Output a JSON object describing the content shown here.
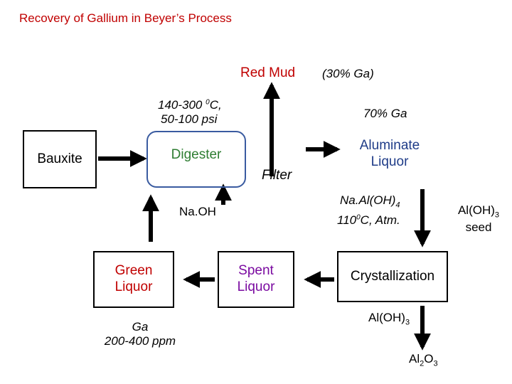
{
  "title": "Recovery of Gallium in Beyer’s Process",
  "nodes": {
    "bauxite": "Bauxite",
    "digester": "Digester",
    "filter": "Filter",
    "red_mud": "Red Mud",
    "aluminate_liquor_1": "Aluminate",
    "aluminate_liquor_2": "Liquor",
    "crystallization": "Crystallization",
    "spent_liquor_1": "Spent",
    "spent_liquor_2": "Liquor",
    "green_liquor_1": "Green",
    "green_liquor_2": "Liquor",
    "al2o3_base": "Al",
    "al2o3_sub2": "2",
    "al2o3_o": "O",
    "al2o3_sub3": "3"
  },
  "annotations": {
    "digestion_temp_prefix": "140-300 ",
    "digestion_temp_sup": "0",
    "digestion_temp_suffix": "C,",
    "digestion_pressure": "50-100 psi",
    "red_mud_ga": "(30% Ga)",
    "liquor_ga": "70% Ga",
    "naoh": "Na.OH",
    "na_al_oh4_base": "Na.Al(OH)",
    "na_al_oh4_sub": "4",
    "cryst_temp_prefix": "110",
    "cryst_temp_sup": "0",
    "cryst_temp_suffix": "C, Atm.",
    "seed_base": "Al(OH)",
    "seed_sub": "3",
    "seed_word": "seed",
    "alooh3_base": "Al(OH)",
    "alooh3_sub": "3",
    "green_ga_1": "Ga",
    "green_ga_2": "200-400 ppm"
  }
}
